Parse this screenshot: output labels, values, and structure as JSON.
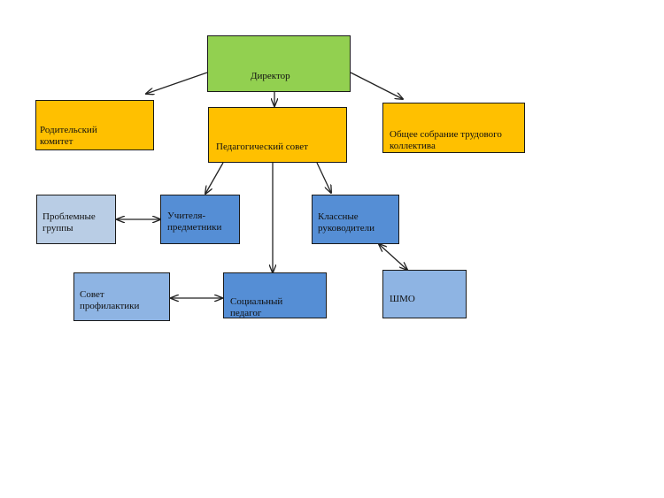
{
  "nodes": {
    "director": "Директор",
    "parent_committee": "Родительский\nкомитет",
    "pedagogical_council": "Педагогический совет",
    "general_meeting": "Общее собрание трудового\nколлектива",
    "problem_groups": "Проблемные\nгруппы",
    "subject_teachers": "Учителя-\nпредметники",
    "class_teachers": "Классные\nруководители",
    "prevention_council": "Совет\nпрофилактики",
    "social_pedagogue": "Социальный\nпедагог",
    "shmo": "ШМО"
  },
  "colors": {
    "director": "#92d050",
    "council_level": "#ffc000",
    "staff": "#558ed5",
    "support": "#8eb4e3",
    "groups": "#b9cde5"
  }
}
